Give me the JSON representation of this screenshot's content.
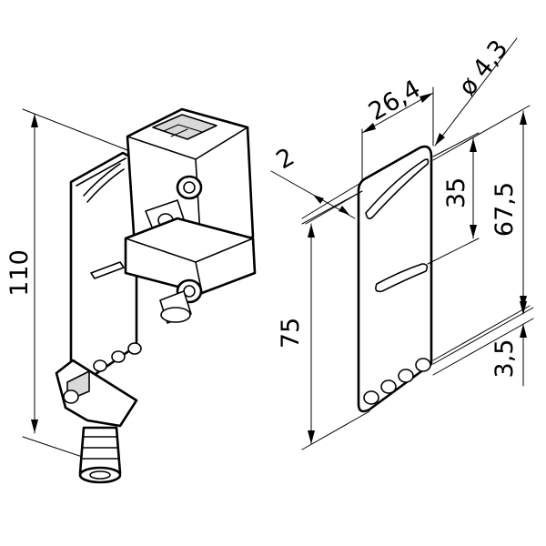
{
  "dimensions": {
    "overall_height": "110",
    "plate_width": "26,4",
    "hole_diameter": "ø 4,3",
    "thickness": "2",
    "slot_to_top": "35",
    "upper_span": "67,5",
    "plate_height": "75",
    "bottom_offset": "3,5"
  }
}
